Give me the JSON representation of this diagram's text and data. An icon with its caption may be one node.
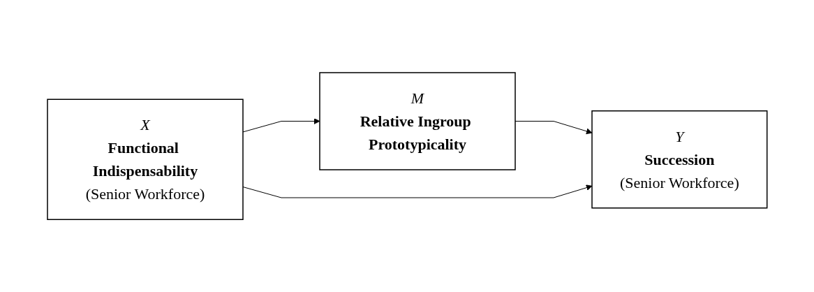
{
  "diagram": {
    "nodes": [
      {
        "text": [
          "M",
          "Relative Ingroup Prototypicality"
        ]
      },
      {
        "text": [
          "X",
          "Functional Indispensability",
          "(Senior Workforce)"
        ]
      },
      {
        "text": [
          "Y",
          "Succession",
          "(Senior Workforce)"
        ]
      }
    ],
    "edges": [
      {
        "from": 1,
        "to": 0,
        "arrow": "to"
      },
      {
        "from": 0,
        "to": 2,
        "arrow": "to"
      },
      {
        "from": 1,
        "to": 2,
        "arrow": "to"
      }
    ]
  }
}
